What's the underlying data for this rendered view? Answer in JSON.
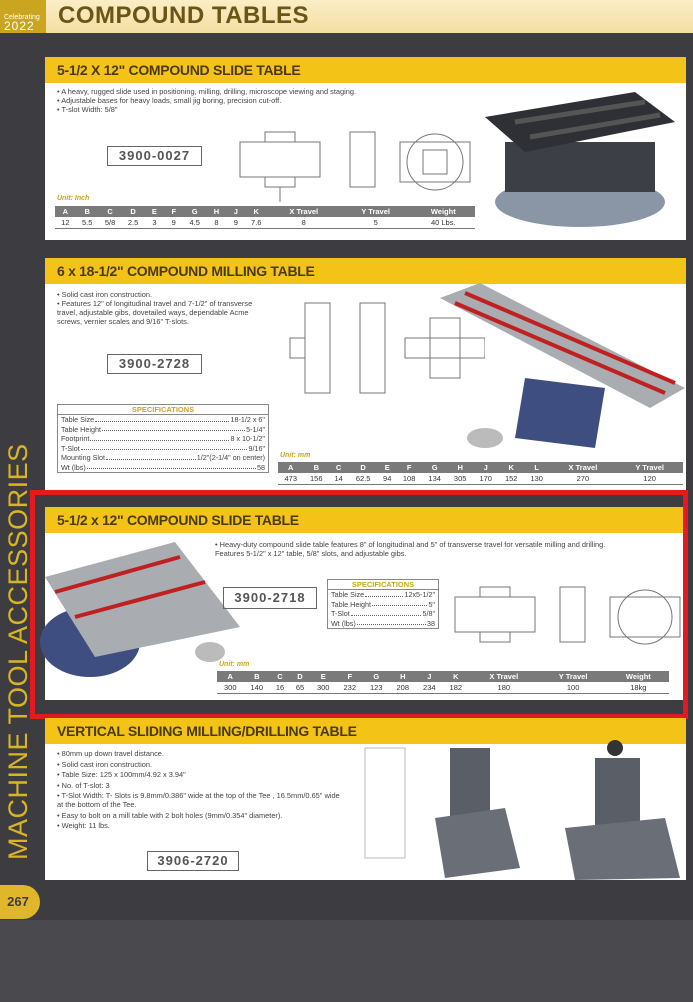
{
  "header": {
    "logo_line1": "Celebrating",
    "logo_line2": "2022",
    "title": "COMPOUND TABLES"
  },
  "sidebar": {
    "category": "MACHINE TOOL ACCESSORIES",
    "page_number": "267"
  },
  "colors": {
    "accent_yellow": "#f4c318",
    "highlight_red": "#e21a22",
    "background": "#3d3d41"
  },
  "sections": [
    {
      "title": "5-1/2 X 12\" COMPOUND SLIDE TABLE",
      "bullets": [
        "A heavy, rugged slide used in positioning, milling, drilling, microscope viewing and staging.",
        "Adjustable bases for heavy loads, small jig boring, precision cut-off.",
        "T-slot Width: 5/8\""
      ],
      "code": "3900-0027",
      "unit": "Unit: Inch",
      "headers": [
        "A",
        "B",
        "C",
        "D",
        "E",
        "F",
        "G",
        "H",
        "J",
        "K",
        "X Travel",
        "Y Travel",
        "Weight"
      ],
      "values": [
        "12",
        "5.5",
        "5/8",
        "2.5",
        "3",
        "9",
        "4.5",
        "8",
        "9",
        "7.6",
        "8",
        "5",
        "40 Lbs."
      ]
    },
    {
      "title": "6 x 18-1/2\" COMPOUND MILLING TABLE",
      "bullets": [
        "Solid cast iron construction.",
        "Features 12\" of longitudinal travel and 7-1/2\" of transverse travel, adjustable gibs, dovetailed ways, dependable Acme screws, vernier scales and 9/16\" T-slots."
      ],
      "code": "3900-2728",
      "specs_title": "SPECIFICATIONS",
      "specs": [
        {
          "label": "Table Size",
          "value": "18-1/2 x 6\""
        },
        {
          "label": "Table Height",
          "value": "5-1/4\""
        },
        {
          "label": "Footprint",
          "value": "8 x 10-1/2\""
        },
        {
          "label": "T-Slot",
          "value": "9/16\""
        },
        {
          "label": "Mounting Slot",
          "value": "1/2\"(2-1/4\" on center)"
        },
        {
          "label": "Wt (lbs)",
          "value": "58"
        }
      ],
      "unit": "Unit: mm",
      "headers": [
        "A",
        "B",
        "C",
        "D",
        "E",
        "F",
        "G",
        "H",
        "J",
        "K",
        "L",
        "X Travel",
        "Y Travel"
      ],
      "values": [
        "473",
        "156",
        "14",
        "62.5",
        "94",
        "108",
        "134",
        "305",
        "170",
        "152",
        "130",
        "270",
        "120"
      ]
    },
    {
      "title": "5-1/2 x 12\" COMPOUND SLIDE TABLE",
      "bullets": [
        "Heavy-duty compound slide table features 8\" of longitudinal and 5\" of transverse travel for versatile milling and drilling. Features 5-1/2\" x 12\" table, 5/8\" slots, and adjustable gibs."
      ],
      "code": "3900-2718",
      "specs_title": "SPECIFICATIONS",
      "specs": [
        {
          "label": "Table Size",
          "value": "12x5-1/2\""
        },
        {
          "label": "Table Height",
          "value": "5\""
        },
        {
          "label": "T-Slot",
          "value": "5/8\""
        },
        {
          "label": "Wt (lbs)",
          "value": "38"
        }
      ],
      "unit": "Unit: mm",
      "headers": [
        "A",
        "B",
        "C",
        "D",
        "E",
        "F",
        "G",
        "H",
        "J",
        "K",
        "X Travel",
        "Y Travel",
        "Weight"
      ],
      "values": [
        "300",
        "140",
        "16",
        "65",
        "300",
        "232",
        "123",
        "208",
        "234",
        "182",
        "180",
        "100",
        "18kg"
      ]
    },
    {
      "title": "VERTICAL SLIDING MILLING/DRILLING TABLE",
      "bullets": [
        "80mm up down travel distance.",
        "Solid cast iron construction.",
        "Table Size: 125 x 100mm/4.92 x 3.94\"",
        "No. of T-slot: 3",
        "T-Slot Width: T- Slots is 9.8mm/0.386\" wide at the top of the Tee , 16.5mm/0.65\" wide at the bottom of the Tee.",
        "Easy to bolt on a mill table with 2 bolt holes (9mm/0.354\" diameter).",
        "Weight: 11 lbs."
      ],
      "code": "3906-2720"
    }
  ]
}
